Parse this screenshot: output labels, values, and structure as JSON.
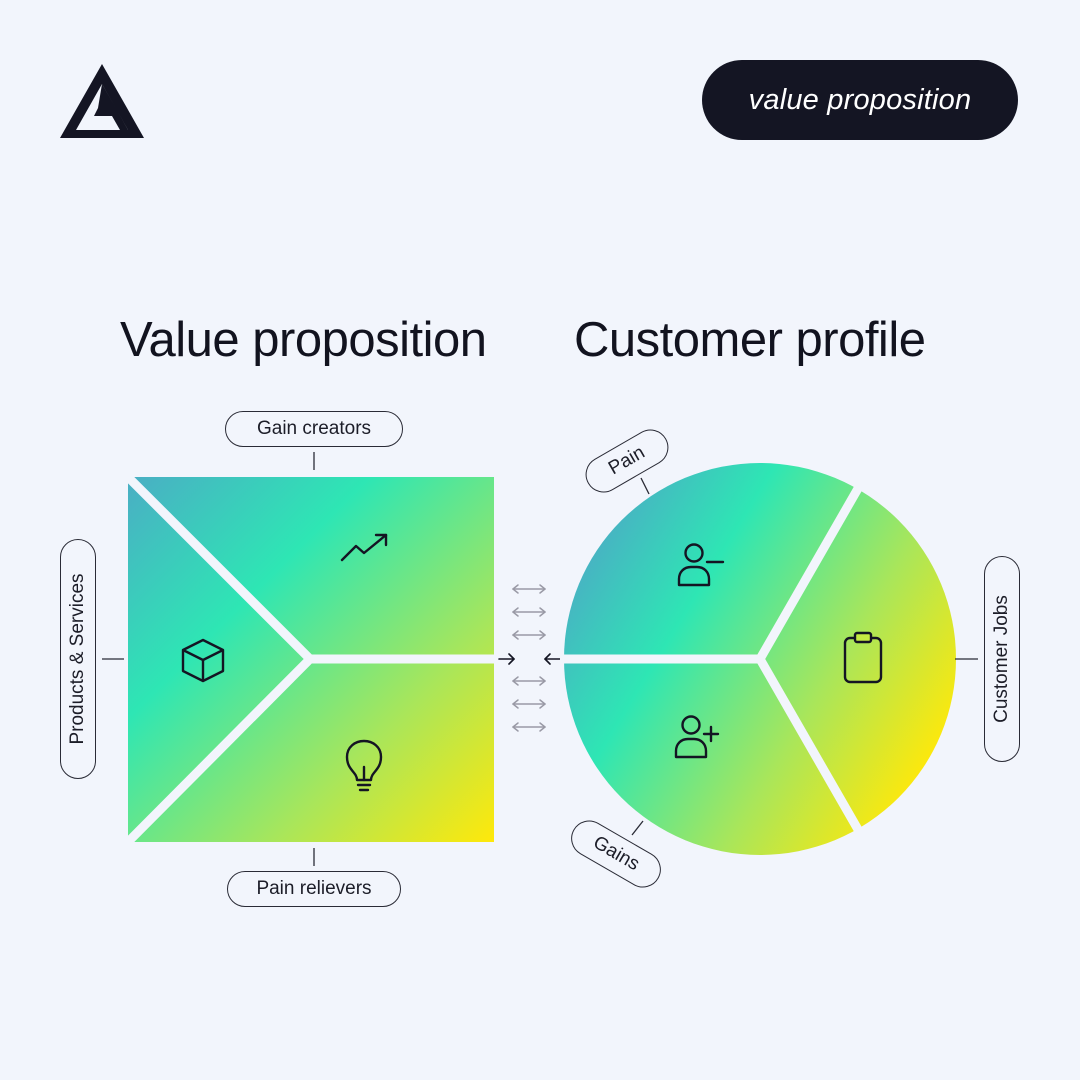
{
  "header": {
    "logo": "triangle-logo",
    "tag": "value proposition"
  },
  "titles": {
    "left": "Value proposition",
    "right": "Customer profile"
  },
  "value_map": {
    "segments": [
      {
        "label": "Gain creators",
        "icon": "trending-up-icon"
      },
      {
        "label": "Products & Services",
        "icon": "cube-icon"
      },
      {
        "label": "Pain relievers",
        "icon": "lightbulb-icon"
      }
    ]
  },
  "customer_profile": {
    "segments": [
      {
        "label": "Pain",
        "icon": "user-minus-icon"
      },
      {
        "label": "Customer Jobs",
        "icon": "clipboard-icon"
      },
      {
        "label": "Gains",
        "icon": "user-plus-icon"
      }
    ]
  },
  "colors": {
    "background": "#f2f5fc",
    "dark": "#141523",
    "gradient_teal": "#2ee6b4",
    "gradient_blue": "#4aaec4",
    "gradient_yellow": "#ffe80a"
  }
}
